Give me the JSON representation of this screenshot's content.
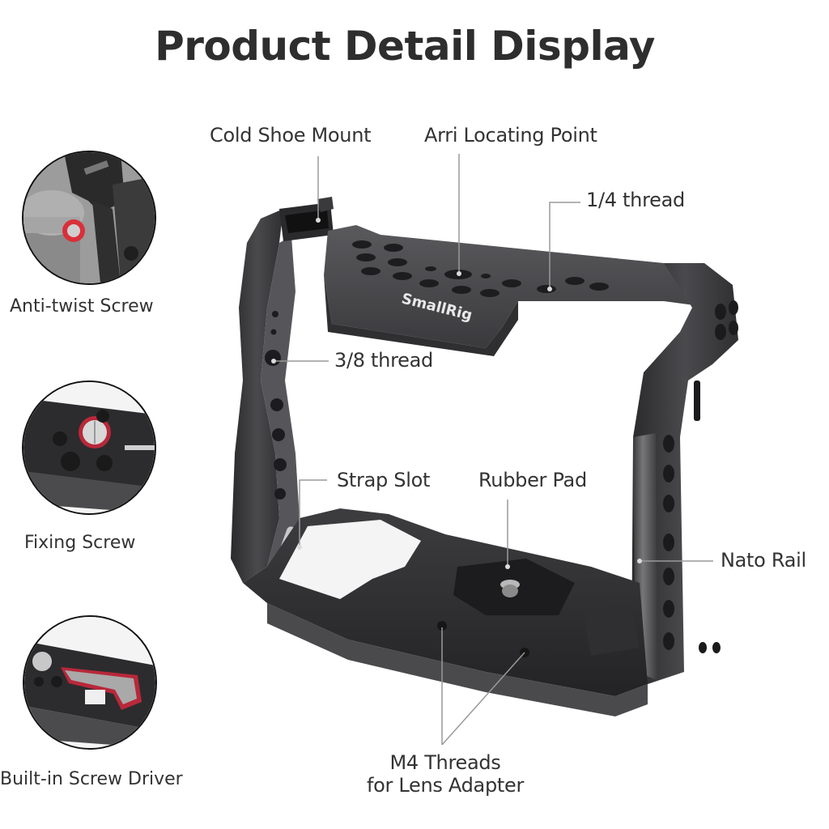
{
  "header": {
    "title": "Product Detail Display"
  },
  "brand": {
    "logo_text": "SmallRig"
  },
  "feature_thumbnails": [
    {
      "id": "anti-twist",
      "caption": "Anti-twist Screw",
      "highlight_color": "#d9303a"
    },
    {
      "id": "fixing",
      "caption": "Fixing Screw",
      "highlight_color": "#c0283a"
    },
    {
      "id": "screw-driver",
      "caption": "Built-in Screw Driver",
      "highlight_color": "#b8283a"
    }
  ],
  "callouts": {
    "cold_shoe": "Cold Shoe Mount",
    "arri": "Arri Locating Point",
    "quarter_thread": "1/4 thread",
    "three_eighths_thread": "3/8 thread",
    "strap_slot": "Strap Slot",
    "rubber_pad": "Rubber Pad",
    "nato_rail": "Nato Rail",
    "m4_line1": "M4 Threads",
    "m4_line2": "for Lens Adapter"
  },
  "colors": {
    "background": "#ffffff",
    "text": "#333333",
    "cage_dark": "#2b2b2d",
    "cage_mid": "#4a4a4d",
    "cage_light": "#6d6d70",
    "leader_line": "#9a9a9a"
  }
}
